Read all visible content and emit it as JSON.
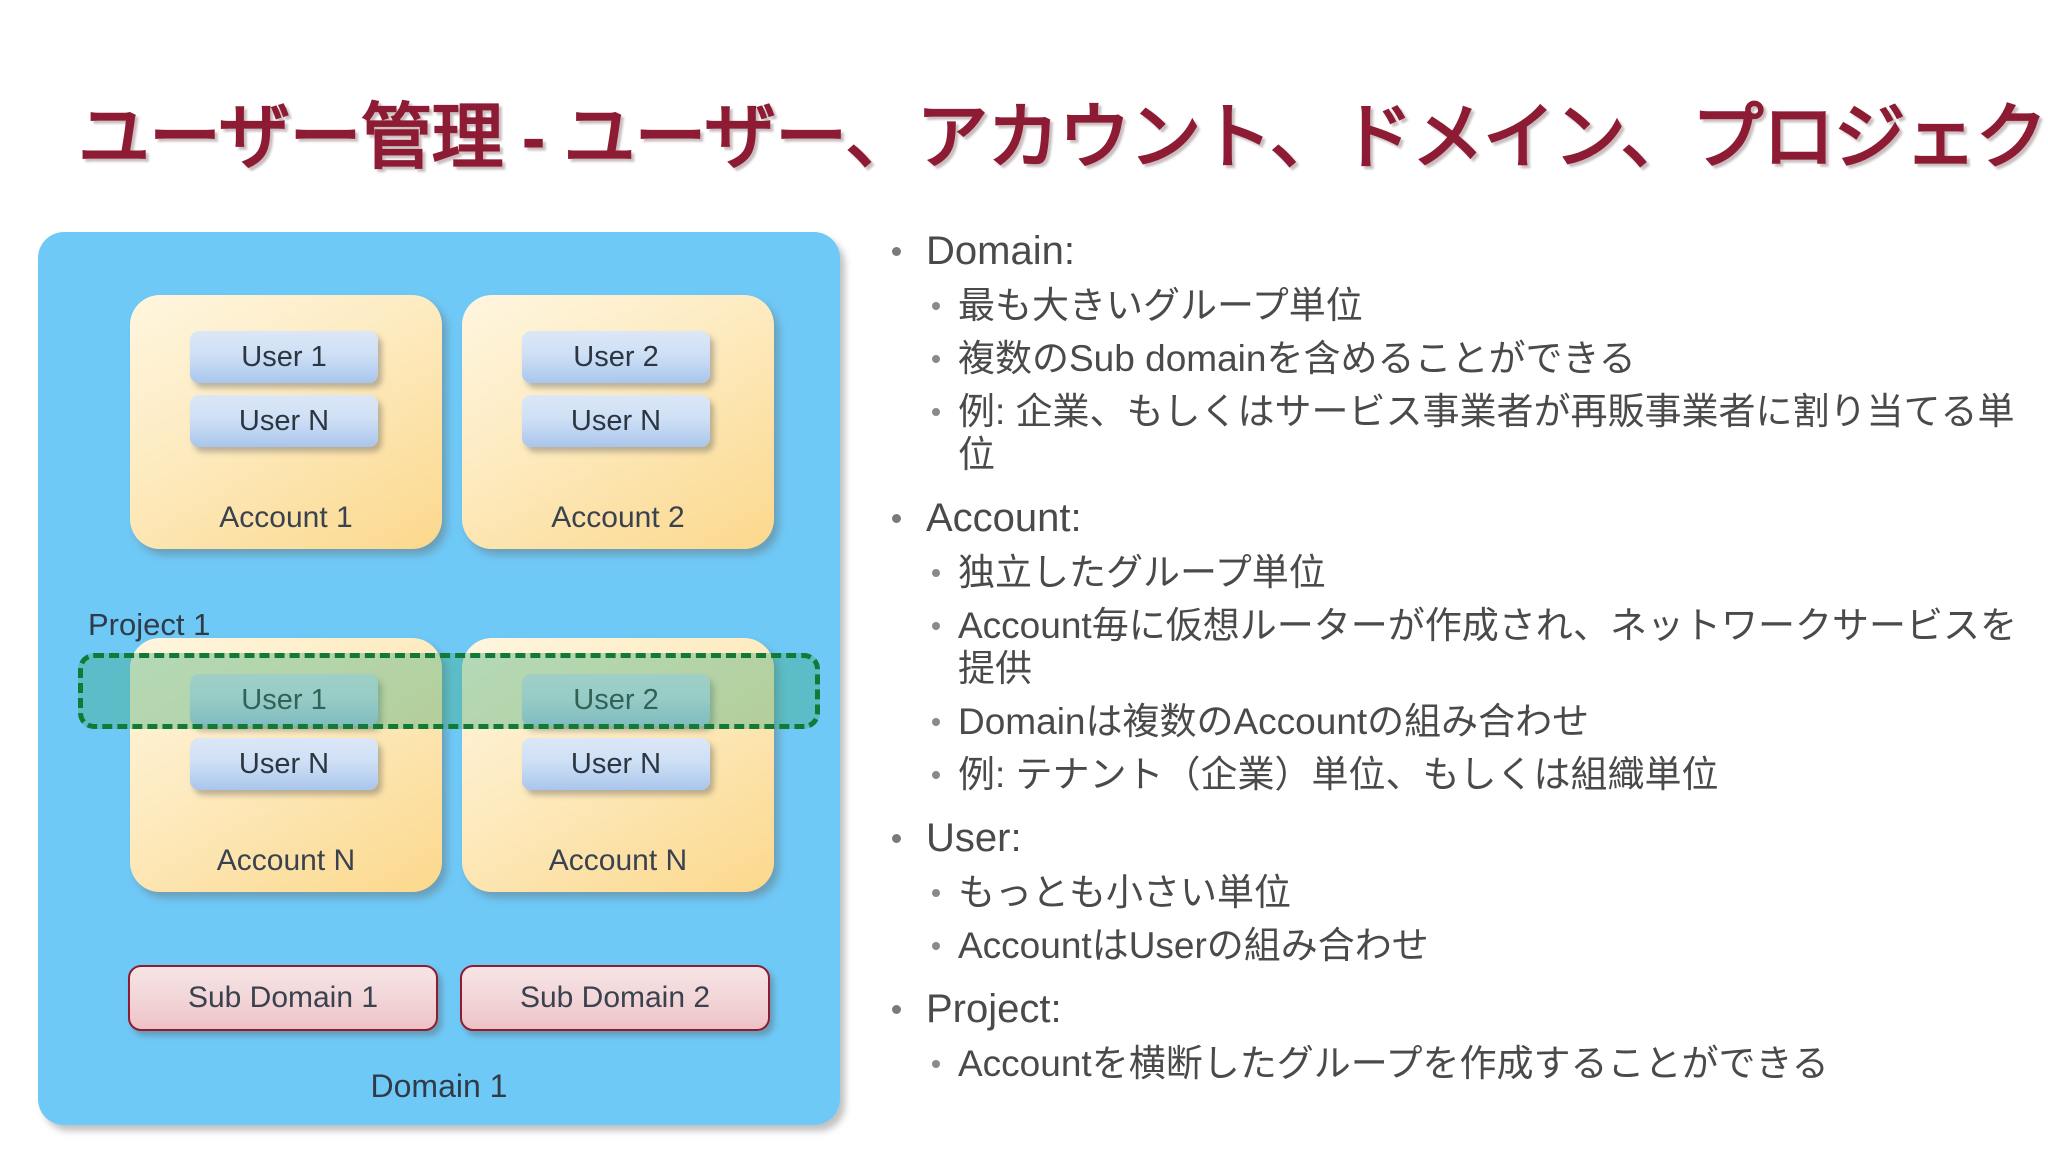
{
  "slide": {
    "title": "ユーザー管理 - ユーザー、アカウント、ドメイン、プロジェクト",
    "title_color": "#8C1B33"
  },
  "diagram": {
    "domain_label": "Domain 1",
    "domain_color": "#6FC9F7",
    "project_label": "Project 1",
    "project_band_color": "#117A36",
    "accounts": [
      {
        "label": "Account 1",
        "users": [
          "User 1",
          "User N"
        ]
      },
      {
        "label": "Account 2",
        "users": [
          "User 2",
          "User N"
        ]
      },
      {
        "label": "Account N",
        "users": [
          "User 1",
          "User N"
        ]
      },
      {
        "label": "Account N",
        "users": [
          "User 2",
          "User N"
        ]
      }
    ],
    "subdomains": [
      "Sub Domain 1",
      "Sub Domain 2"
    ]
  },
  "bullets": {
    "groups": [
      {
        "heading": "Domain:",
        "items": [
          "最も大きいグループ単位",
          "複数のSub domainを含めることができる",
          "例: 企業、もしくはサービス事業者が再販事業者に割り当てる単位"
        ]
      },
      {
        "heading": "Account:",
        "items": [
          "独立したグループ単位",
          "Account毎に仮想ルーターが作成され、ネットワークサービスを提供",
          "Domainは複数のAccountの組み合わせ",
          "例: テナント（企業）単位、もしくは組織単位"
        ]
      },
      {
        "heading": "User:",
        "items": [
          "もっとも小さい単位",
          "AccountはUserの組み合わせ"
        ]
      },
      {
        "heading": "Project:",
        "items": [
          "Accountを横断したグループを作成することができる"
        ]
      }
    ]
  }
}
